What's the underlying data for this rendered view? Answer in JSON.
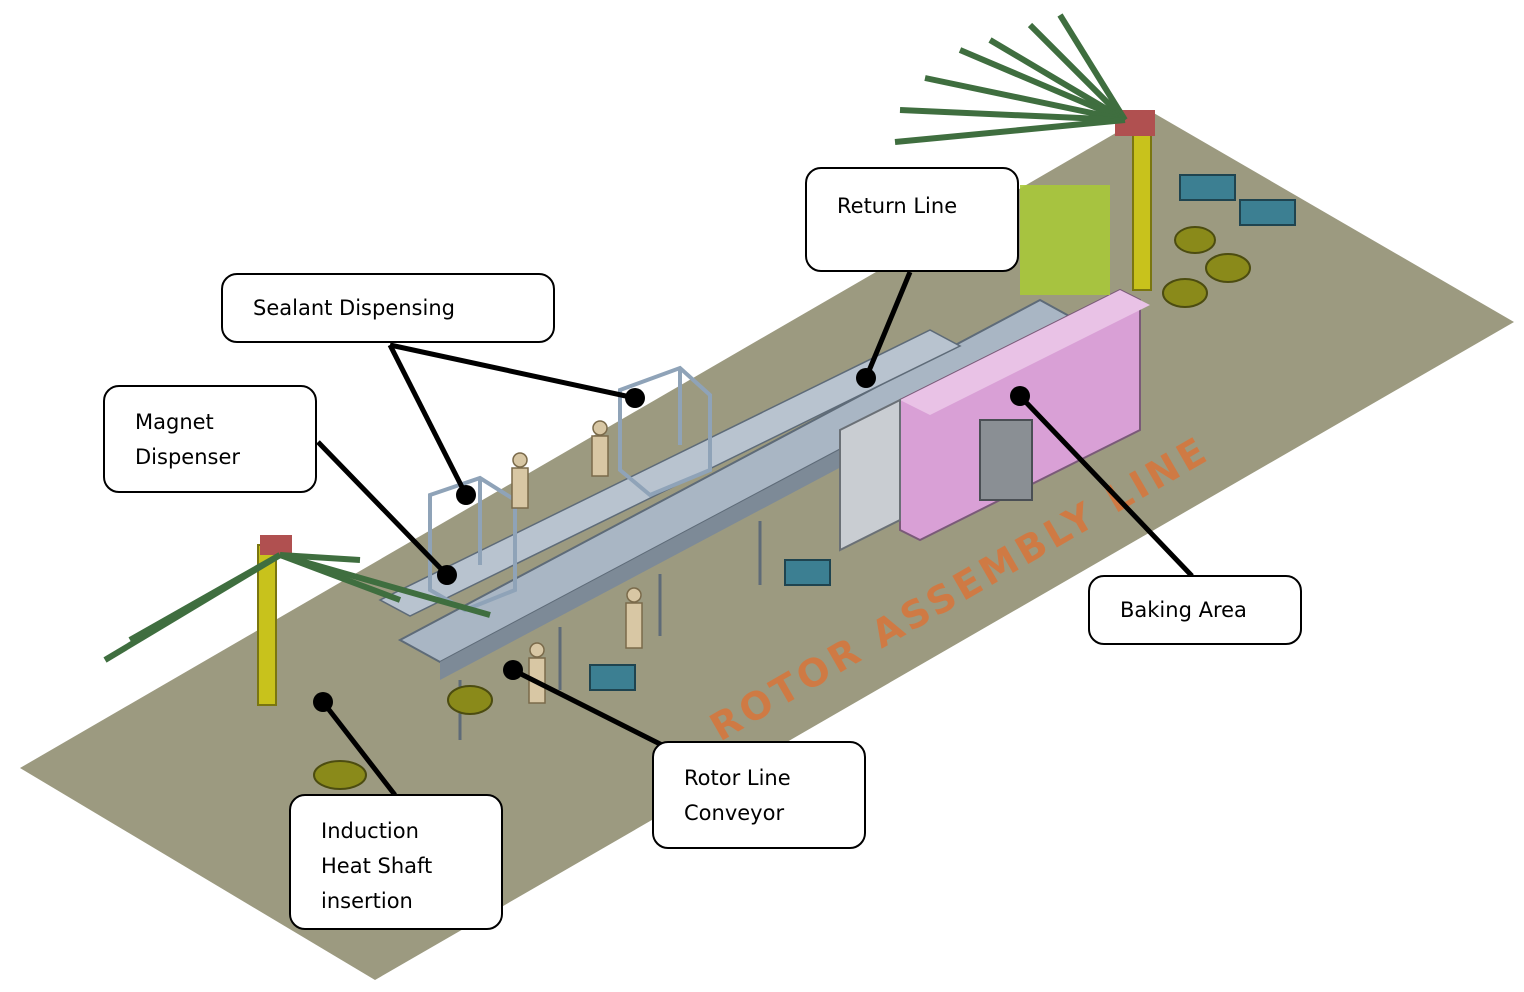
{
  "floor_label": "ROTOR ASSEMBLY LINE",
  "callouts": {
    "sealant": "Sealant Dispensing",
    "magnet": [
      "Magnet",
      "Dispenser"
    ],
    "return_line": "Return Line",
    "baking": "Baking Area",
    "rotor_conveyor": [
      "Rotor Line",
      "Conveyor"
    ],
    "induction": [
      "Induction",
      "Heat Shaft",
      "insertion"
    ]
  },
  "colors": {
    "floor": "#9c9a80",
    "floor_text": "#d9753a",
    "frame": "#8fa3b8",
    "oven": "#d9a0d6",
    "crane": "#c8c21c",
    "arm": "#3f6e3f",
    "bin": "#8a8a1a",
    "tray": "#3c7f92"
  }
}
